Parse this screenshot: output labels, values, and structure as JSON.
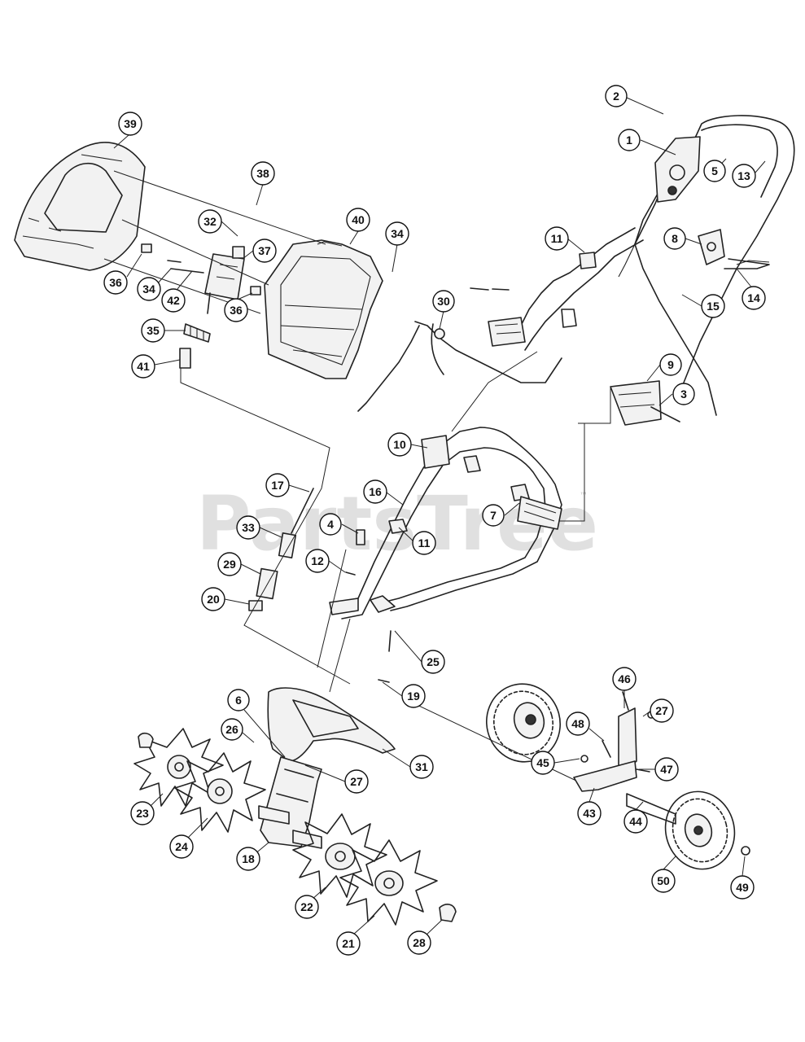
{
  "watermark": {
    "text": "PartsTree",
    "mark": "™"
  },
  "callouts": [
    "1",
    "2",
    "3",
    "4",
    "5",
    "6",
    "7",
    "8",
    "9",
    "10",
    "11",
    "11",
    "12",
    "13",
    "14",
    "15",
    "16",
    "17",
    "18",
    "19",
    "20",
    "21",
    "22",
    "23",
    "24",
    "25",
    "26",
    "27",
    "27",
    "28",
    "29",
    "30",
    "31",
    "32",
    "33",
    "34",
    "34",
    "35",
    "36",
    "36",
    "37",
    "38",
    "39",
    "40",
    "41",
    "42",
    "43",
    "44",
    "45",
    "46",
    "47",
    "48",
    "49",
    "50"
  ]
}
